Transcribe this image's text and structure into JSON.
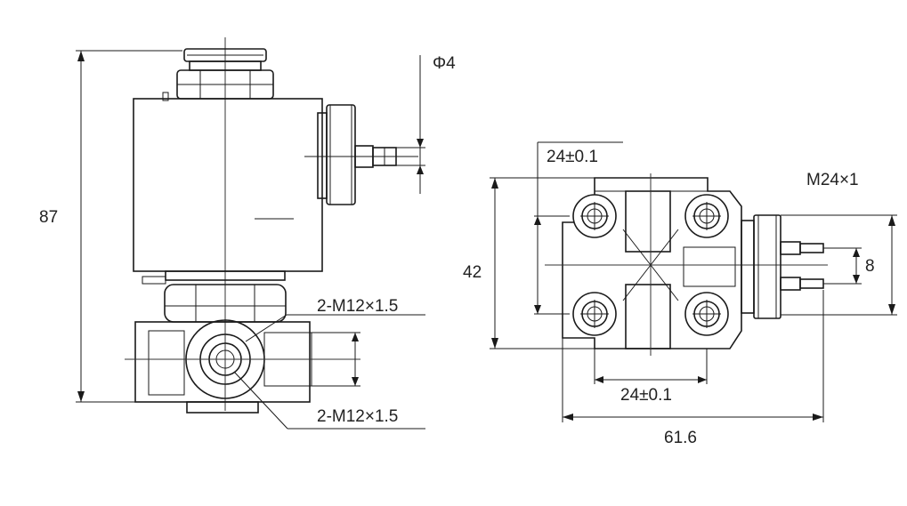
{
  "side_view": {
    "height_dim": "87",
    "pipe_dia_dim": "Φ4",
    "port_thread_top": "2-M12×1.5",
    "port_thread_bottom": "2-M12×1.5"
  },
  "plan_view": {
    "hole_spacing_top": "24±0.1",
    "hole_spacing_bottom": "24±0.1",
    "height_dim": "42",
    "width_dim": "61.6",
    "nut_thread": "M24×1",
    "tube_spacing": "8"
  }
}
